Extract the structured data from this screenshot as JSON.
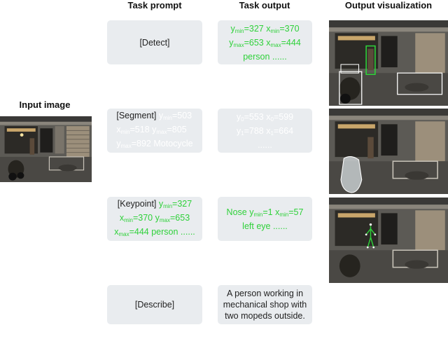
{
  "headers": {
    "task_prompt": "Task prompt",
    "task_output": "Task output",
    "output_visualization": "Output visualization",
    "input_image": "Input image"
  },
  "prompts": {
    "detect": "[Detect]",
    "segment": {
      "tag": "[Segment]",
      "y_min": "=503",
      "x_min": "=518",
      "y_max_a": "=805",
      "y_max_b": "=892",
      "label": "Motocycle"
    },
    "keypoint": {
      "tag": "[Keypoint]",
      "y_min": "=327",
      "x_min": "=370",
      "y_max": "=653",
      "x_max": "=444",
      "tail": "person ......"
    },
    "describe": "[Describe]"
  },
  "outputs": {
    "detect": {
      "y_min": "=327",
      "x_min": "=370",
      "y_max": "=653",
      "x_max": "=444",
      "tail": "person ......"
    },
    "segment": {
      "y0": "=553",
      "x0": "=599",
      "y1": "=788",
      "x1": "=664",
      "tail": "......"
    },
    "keypoint": {
      "line1a": "Nose y",
      "line1b": "=1 x",
      "line1c": "=57",
      "line2": "left eye ......"
    },
    "describe": "A person working in mechanical shop with two mopeds outside."
  },
  "colors": {
    "box_bg": "#e9ecef",
    "green": "#2fd13a",
    "white": "#ffffff"
  }
}
